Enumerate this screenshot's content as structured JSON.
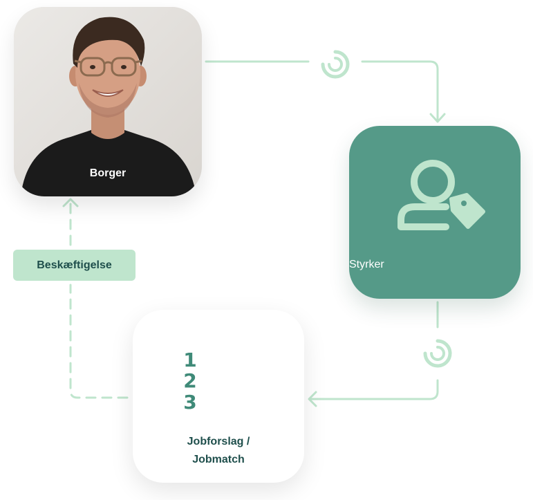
{
  "nodes": {
    "borger": {
      "label": "Borger"
    },
    "styrker": {
      "label": "Styrker"
    },
    "job": {
      "label_line1": "Jobforslag /",
      "label_line2": "Jobmatch"
    }
  },
  "edges": {
    "feedback": {
      "label": "Beskæftigelse"
    }
  },
  "list_numbers": [
    "1",
    "2",
    "3"
  ],
  "icons": {
    "styrker": "user-tag-icon",
    "job": "numbered-list-icon",
    "process": "loading-ring-icon"
  },
  "colors": {
    "connector": "#bfe5cd",
    "styrker_card": "#559a88",
    "styrker_icon": "#bfe5cd",
    "list_number": "#3f8a78",
    "label_dark": "#1f4f4c"
  }
}
